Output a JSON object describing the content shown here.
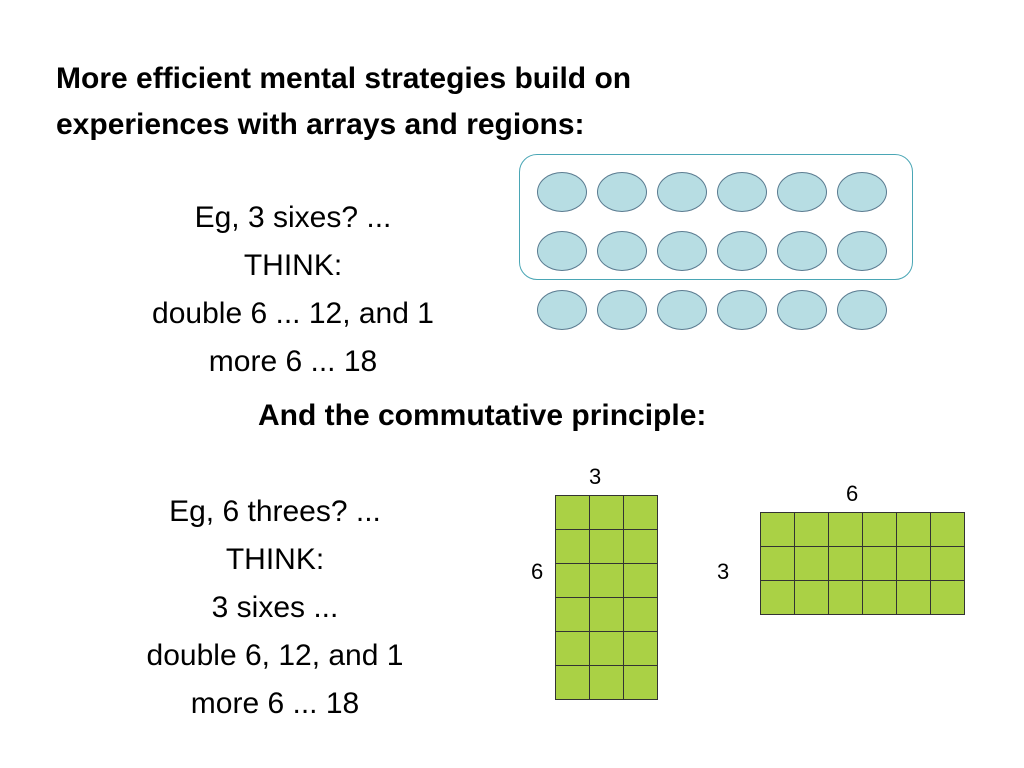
{
  "title_lines": [
    "More efficient mental strategies build on",
    "experiences with arrays and regions:"
  ],
  "example_1_lines": [
    "Eg, 3 sixes? ...",
    "THINK:",
    "double 6 ... 12, and 1",
    "more 6 ... 18"
  ],
  "subtitle": "And the commutative principle:",
  "example_2_lines": [
    "Eg, 6 threes? ...",
    "THINK:",
    "3 sixes ...",
    "double 6, 12, and 1",
    "more 6 ... 18"
  ],
  "counter_array": {
    "rows": 3,
    "columns": 6,
    "circled_rows": 2,
    "fill_color": "#b7dde3",
    "region_color": "#4aa6b5"
  },
  "grid_tall": {
    "rows": 6,
    "columns": 3,
    "top_label": "3",
    "side_label": "6",
    "fill_color": "#aad145"
  },
  "grid_wide": {
    "rows": 3,
    "columns": 6,
    "top_label": "6",
    "side_label": "3",
    "fill_color": "#aad145"
  }
}
